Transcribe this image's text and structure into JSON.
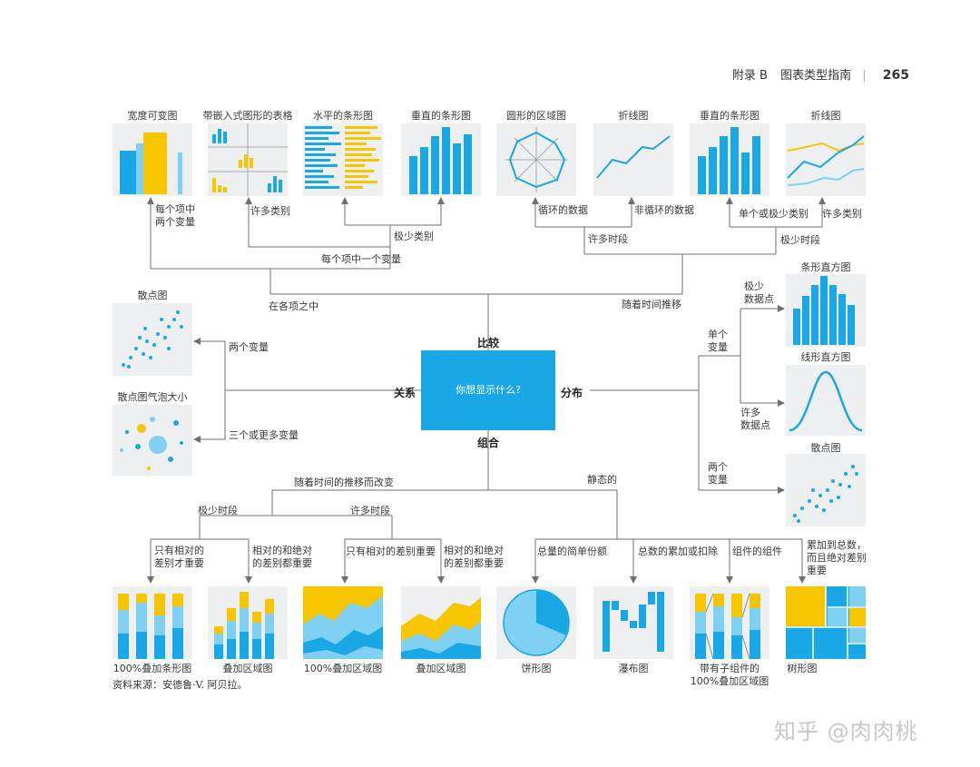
{
  "header": {
    "section": "附录 B",
    "title": "图表类型指南",
    "page": "265"
  },
  "center": {
    "question": "你想显示什么?"
  },
  "branches": {
    "comparison": "比较",
    "relationship": "关系",
    "distribution": "分布",
    "composition": "组合"
  },
  "comparison": {
    "titles": [
      "宽度可变图",
      "带嵌入式图形的表格",
      "水平的条形图",
      "垂直的条形图",
      "圆形的区域图",
      "折线图",
      "垂直的条形图",
      "折线图"
    ],
    "two_vars": "每个项中\n两个变量",
    "many_categories_left": "许多类别",
    "few_categories": "极少类别",
    "one_var": "每个项中一个变量",
    "among_items": "在各项之中",
    "cyclical": "循环的数据",
    "non_cyclical": "非循环的数据",
    "single_few_categories": "单个或极少类别",
    "many_categories_right": "许多类别",
    "many_periods": "许多时段",
    "few_periods": "极少时段",
    "over_time": "随着时间推移"
  },
  "relationship": {
    "scatter_title": "散点图",
    "bubble_title": "散点图气泡大小",
    "two_vars": "两个变量",
    "three_vars": "三个或更多变量"
  },
  "distribution": {
    "single_var": "单个\n变量",
    "few_points": "极少\n数据点",
    "many_points": "许多\n数据点",
    "two_vars": "两个\n变量",
    "bar_hist_title": "条形直方图",
    "line_hist_title": "线形直方图",
    "scatter_title": "散点图"
  },
  "composition": {
    "changing_over_time": "随着时间的推移而改变",
    "static": "静态的",
    "few_periods": "极少时段",
    "many_periods": "许多时段",
    "relative_only_left": "只有相对的\n差别才重要",
    "rel_abs_left": "相对的和绝对\n的差别都重要",
    "relative_only_right": "只有相对的差别重要",
    "rel_abs_right": "相对的和绝对\n的差别都重要",
    "simple_share": "总量的简单份额",
    "accumulation": "总数的累加或扣除",
    "components": "组件的组件",
    "accumulate_total": "累加到总数，\n而且绝对差别\n重要",
    "titles": [
      "100%叠加条形图",
      "叠加区域图",
      "100%叠加区域图",
      "叠加区域图",
      "饼形图",
      "瀑布图",
      "带有子组件的\n100%叠加区域图",
      "树形图"
    ]
  },
  "source": "资料来源：安德鲁·V. 阿贝拉。",
  "watermark": "知乎 @肉肉桃",
  "colors": {
    "blue": "#1aa7e6",
    "lightblue": "#7fd0f2",
    "yellow": "#f7c600",
    "panel": "#eeeff0",
    "line": "#6f6f6f"
  }
}
